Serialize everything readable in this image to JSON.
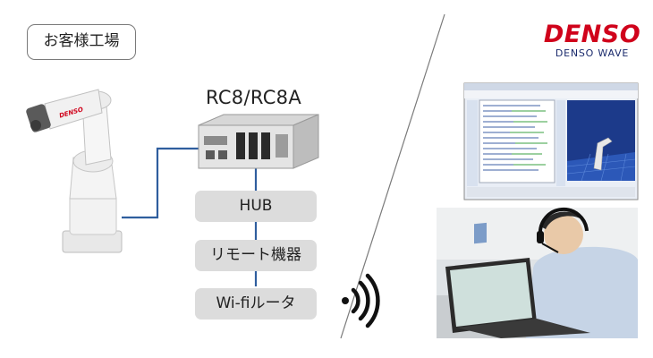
{
  "customer": {
    "label": "お客様工場"
  },
  "controller": {
    "label": "RC8/RC8A"
  },
  "network": {
    "hub": "HUB",
    "remote_device": "リモート機器",
    "router": "Wi-fiルータ"
  },
  "brand": {
    "name": "DENSO",
    "sub": "DENSO WAVE",
    "robot_logo_text": "DENSO"
  },
  "colors": {
    "connector": "#2f5e9e",
    "brand_red": "#d0021b",
    "brand_navy": "#1a2a6c",
    "pill_bg": "#dcdcdc"
  }
}
